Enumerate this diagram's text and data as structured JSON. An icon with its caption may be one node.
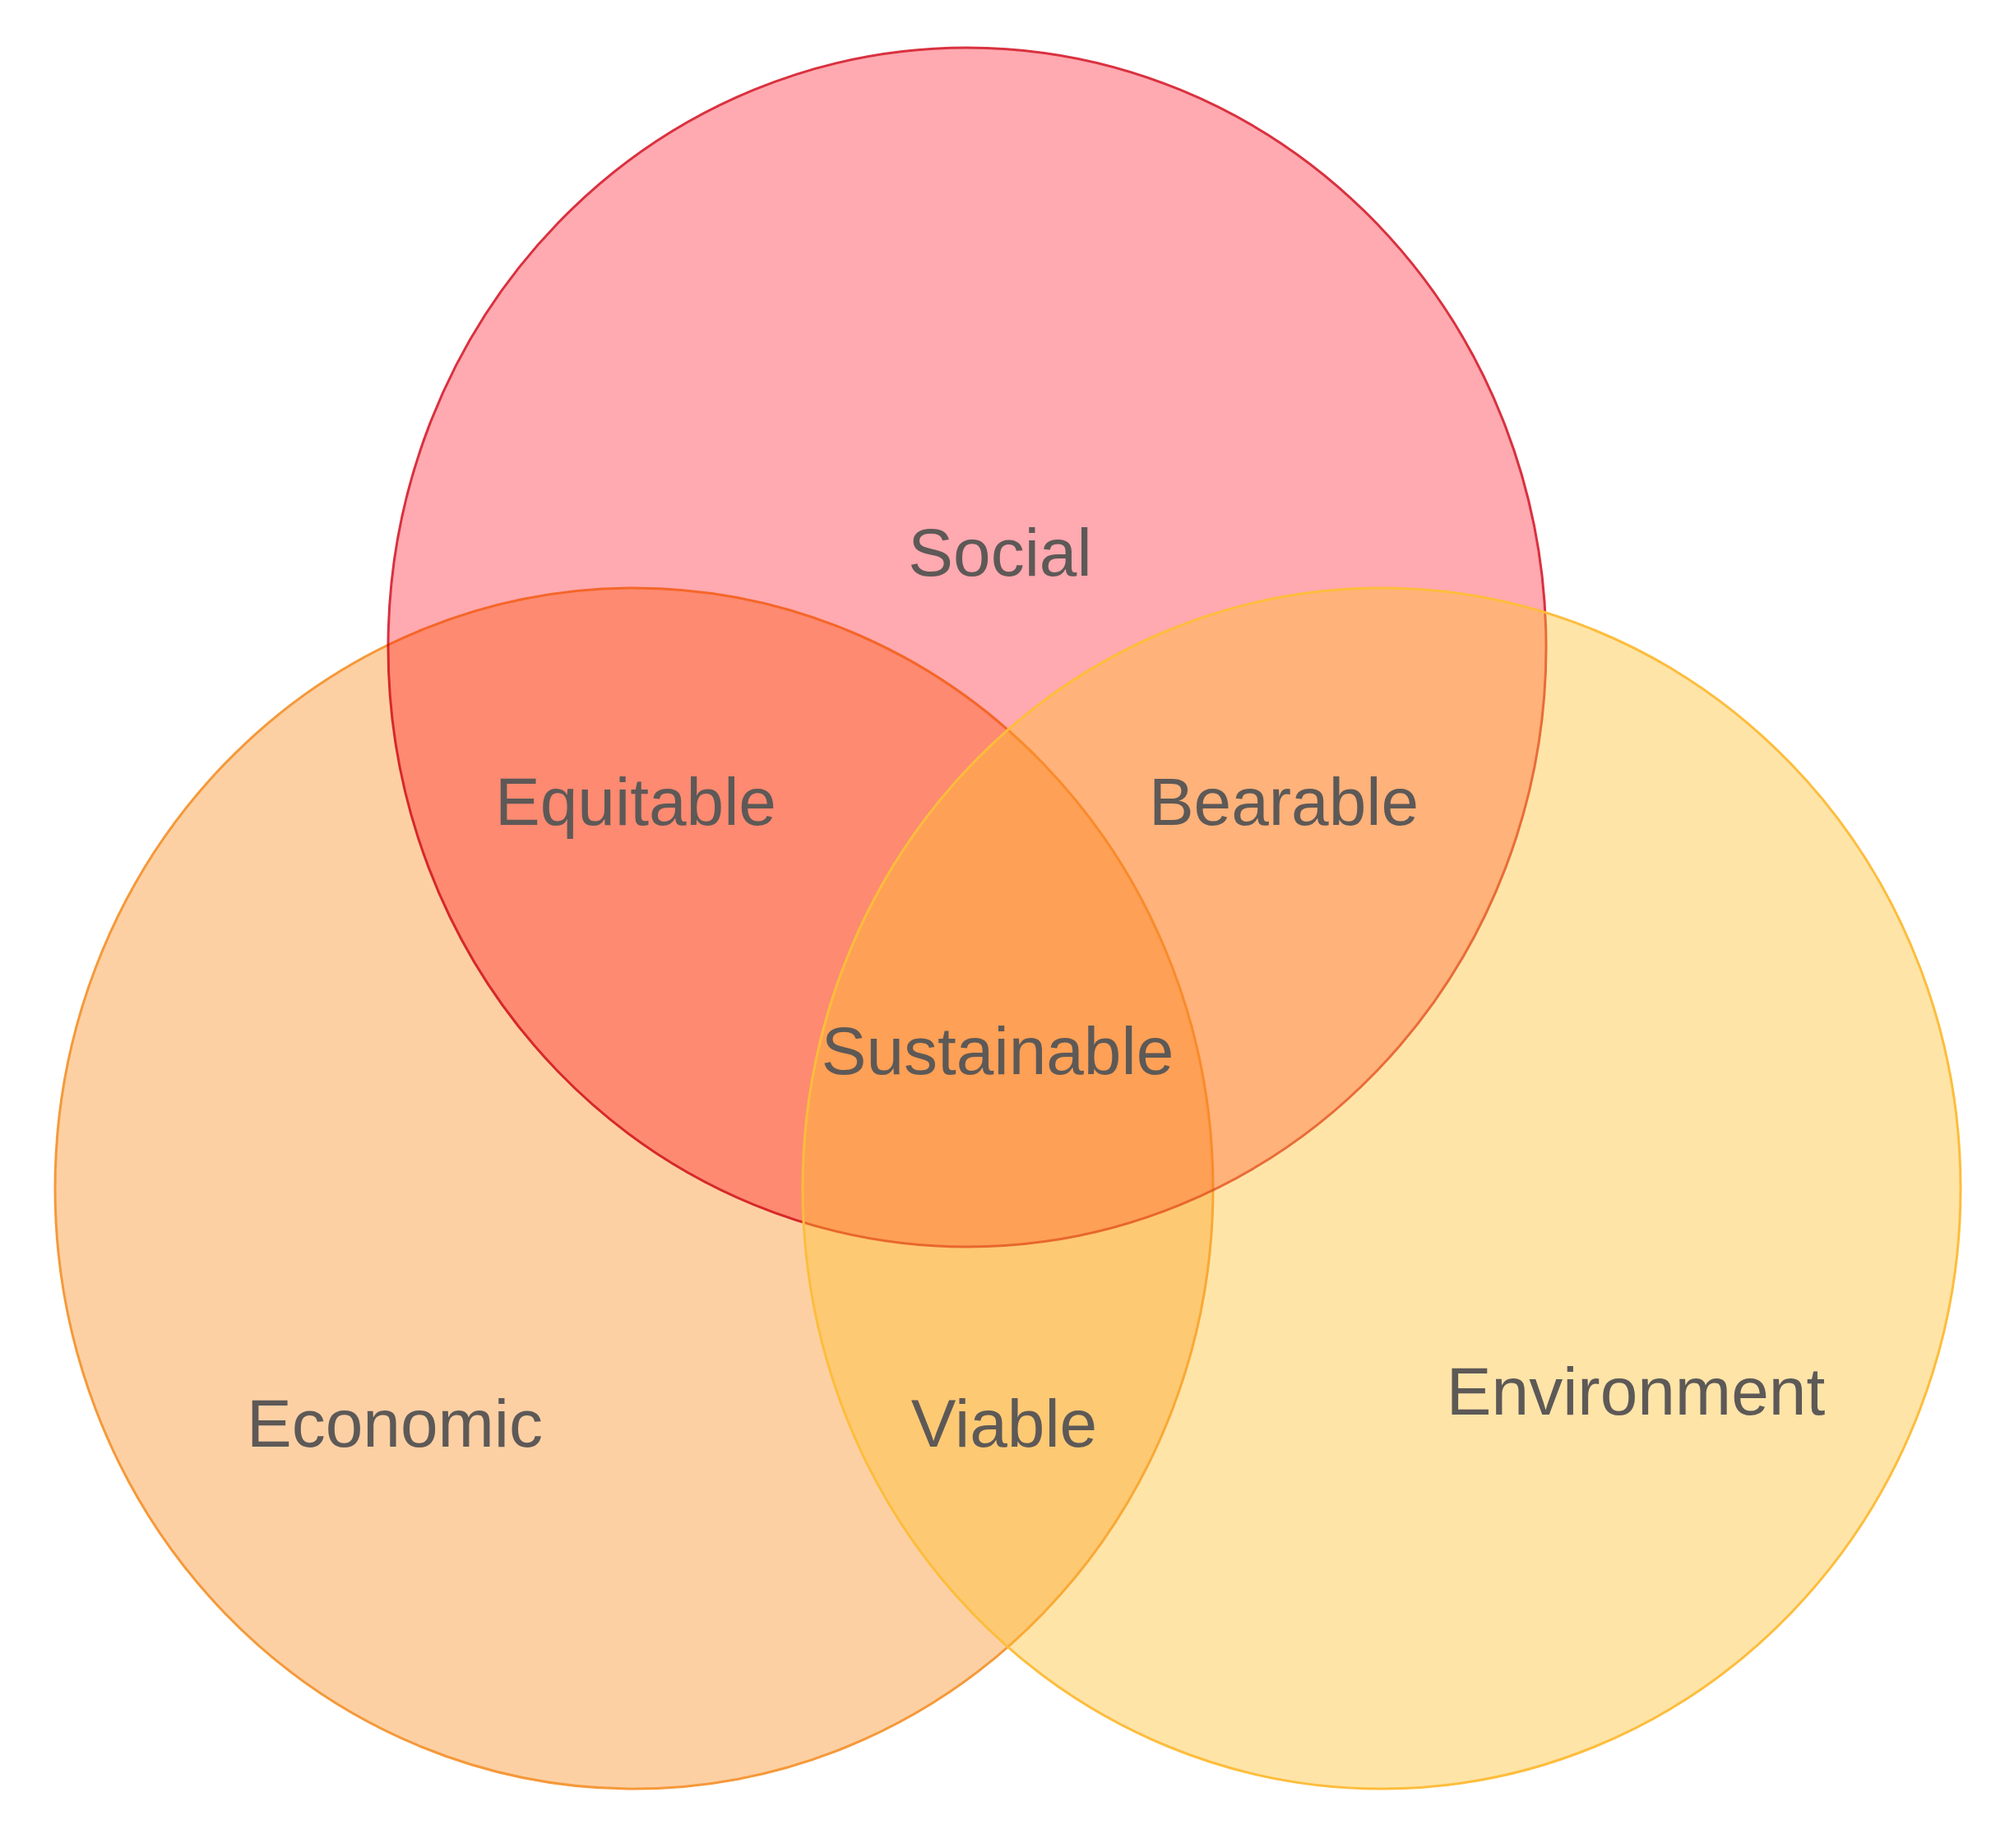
{
  "diagram": {
    "nodes": [
      {
        "text": [
          "Social"
        ]
      },
      {
        "text": [
          "Economic"
        ]
      },
      {
        "text": [
          "Environment"
        ]
      }
    ],
    "labels": [
      "Equitable",
      "Bearable",
      "Sustainable",
      "Viable"
    ]
  }
}
